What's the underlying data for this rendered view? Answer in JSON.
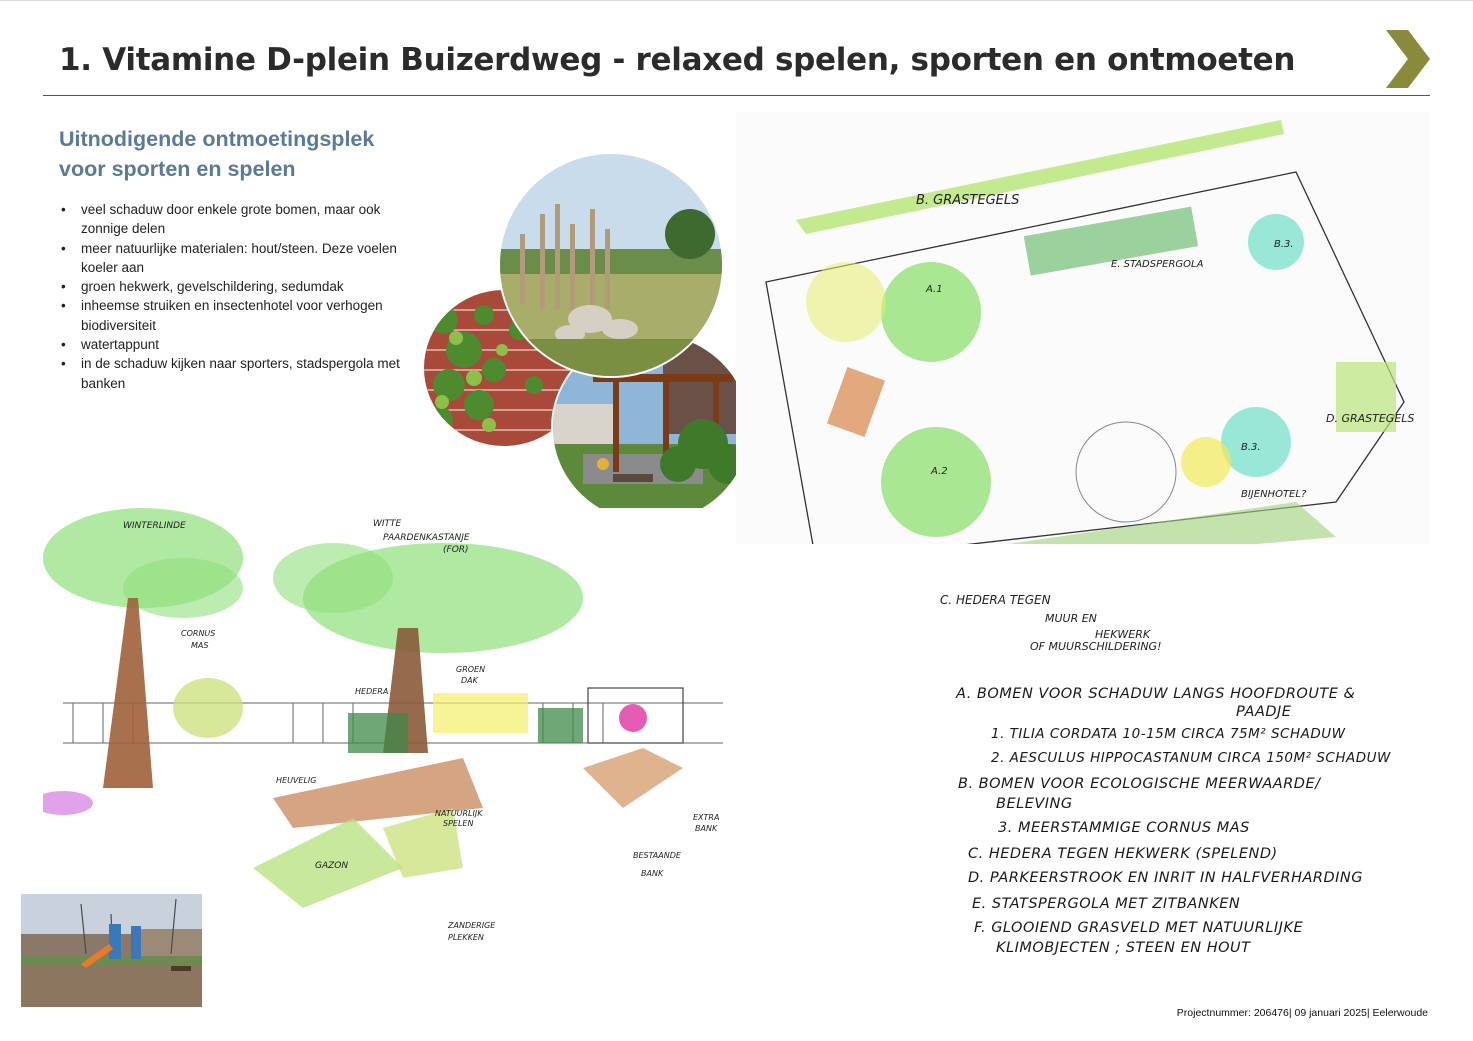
{
  "page": {
    "title": "1. Vitamine D-plein Buizerdweg - relaxed spelen, sporten en ontmoeten",
    "subtitle_line1": "Uitnodigende ontmoetingsplek",
    "subtitle_line2": "voor sporten en spelen",
    "bullets": [
      "veel schaduw door enkele grote bomen, maar ook zonnige delen",
      "meer natuurlijke materialen: hout/steen. Deze voelen koeler aan",
      "groen hekwerk, gevelschildering, sedumdak",
      "inheemse struiken en insectenhotel voor verhogen biodiversiteit",
      "watertappunt",
      "in de schaduw kijken naar sporters, stadspergola met banken"
    ],
    "footer": "Projectnummer: 206476| 09 januari 2025| Eelerwoude",
    "colors": {
      "subtitle": "#5b7a98",
      "logo": "#8a8a3c"
    }
  },
  "site_plan": {
    "labels": {
      "grastegels_top": "B. GRASTEGELS",
      "stadspergola": "E. STADSPERGOLA",
      "grastegels_right": "D. GRASTEGELS",
      "bijenhotel": "BIJENHOTEL?",
      "a1": "A.1",
      "a2": "A.2",
      "b3_top": "B.3.",
      "b3_bottom": "B.3.",
      "hedera1": "C. HEDERA TEGEN",
      "hedera2": "MUUR EN",
      "hedera3": "HEKWERK",
      "hedera4": "OF MUURSCHILDERING!"
    }
  },
  "legend": {
    "a": "A. BOMEN VOOR SCHADUW LANGS HOOFDROUTE &",
    "a_cont": "PAADJE",
    "a1": "1. TILIA CORDATA 10-15M CIRCA 75M² SCHADUW",
    "a2": "2. AESCULUS HIPPOCASTANUM CIRCA 150M² SCHADUW",
    "b": "B. BOMEN VOOR ECOLOGISCHE MEERWAARDE/",
    "b_cont": "BELEVING",
    "b3": "3. MEERSTAMMIGE CORNUS MAS",
    "c": "C. HEDERA TEGEN HEKWERK (SPELEND)",
    "d": "D. PARKEERSTROOK EN INRIT IN HALFVERHARDING",
    "e": "E. STATSPERGOLA MET ZITBANKEN",
    "f": "F. GLOOIEND GRASVELD MET NATUURLIJKE",
    "f_cont": "KLIMOBJECTEN ; STEEN EN HOUT"
  },
  "sketch": {
    "labels": {
      "winterlinde": "WINTERLINDE",
      "paardenkastanje1": "WITTE",
      "paardenkastanje2": "PAARDENKASTANJE",
      "paardenkastanje3": "(FOR)",
      "cornus1": "CORNUS",
      "cornus2": "MAS",
      "hedera": "HEDERA",
      "groen1": "GROEN",
      "groen2": "DAK",
      "heuvelig": "HEUVELIG",
      "natuurlijk1": "NATUURLIJK",
      "natuurlijk2": "SPELEN",
      "extra1": "EXTRA",
      "extra2": "BANK",
      "bestaande1": "BESTAANDE",
      "bestaande2": "BANK",
      "gazon": "GAZON",
      "zanderige1": "ZANDERIGE",
      "zanderige2": "PLEKKEN"
    }
  }
}
